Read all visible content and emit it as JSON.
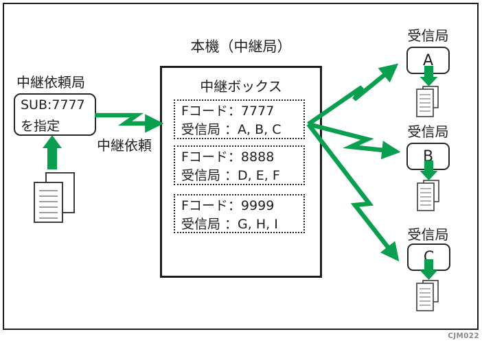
{
  "colors": {
    "arrow_green": "#0a9f4f",
    "frame_black": "#1b1b1b",
    "caption_gray": "#8a8a8a"
  },
  "caption": "CJM022",
  "requester": {
    "label": "中継依頼局",
    "box": {
      "line1": "SUB:7777",
      "line2": "を指定"
    },
    "request_arrow_label": "中継依頼"
  },
  "relay_station": {
    "title": "本機（中継局）",
    "box_title": "中継ボックス",
    "entries": [
      {
        "fcode": "Fコード：7777",
        "stations": "受信局 ：A, B, C"
      },
      {
        "fcode": "Fコード：8888",
        "stations": "受信局 ：D, E, F"
      },
      {
        "fcode": "Fコード：9999",
        "stations": "受信局 ：G, H, I"
      }
    ]
  },
  "receivers": [
    {
      "label": "受信局",
      "name": "A"
    },
    {
      "label": "受信局",
      "name": "B"
    },
    {
      "label": "受信局",
      "name": "C"
    }
  ],
  "icons": {
    "document": "document-stack-icon",
    "relay_request_arrow": "zigzag-arrow-icon",
    "feed_arrow": "block-arrow-icon"
  }
}
